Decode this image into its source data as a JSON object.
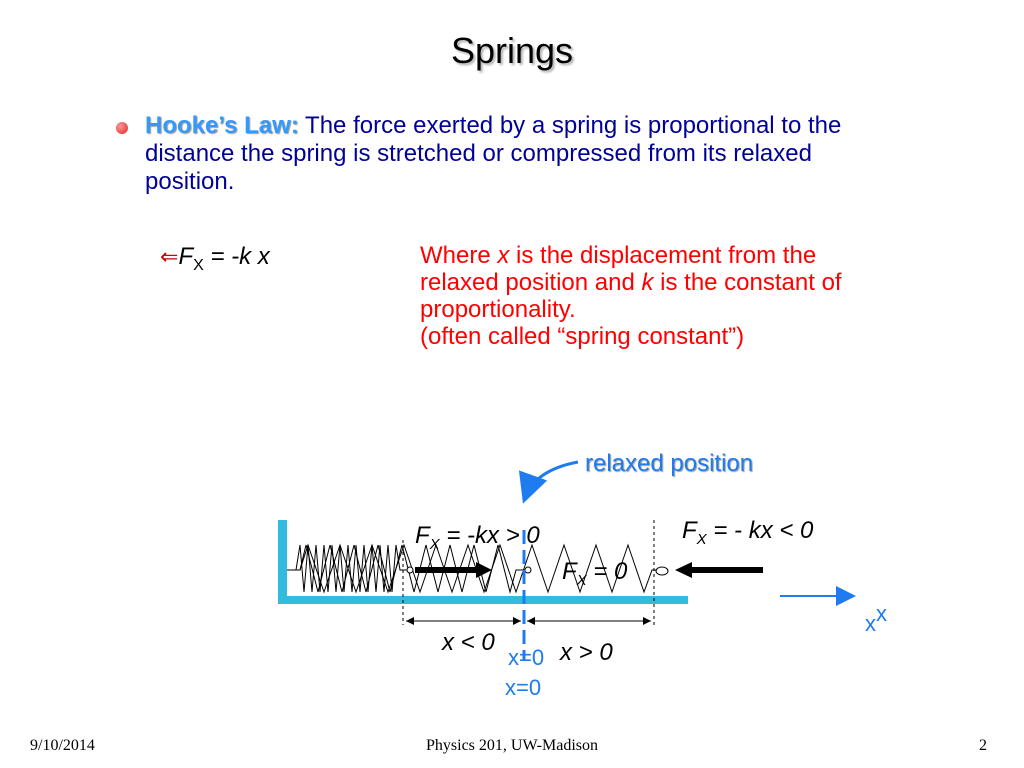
{
  "slide": {
    "title": "Springs",
    "bullet": {
      "term": "Hooke’s Law:",
      "text": " The force exerted by a spring is proportional to the distance the spring is stretched or compressed from its relaxed position."
    },
    "formula": {
      "arrow": "⇐",
      "f": "F",
      "sub": "X",
      "rest": " = -k x"
    },
    "explanation": {
      "p1": "Where ",
      "x": "x",
      "p2": " is the displacement from the relaxed position and ",
      "k": "k",
      "p3": " is the constant of proportionality.",
      "line4": "(often called “spring constant”)"
    }
  },
  "diagram": {
    "relaxed_label": "relaxed position",
    "label_left_force": {
      "f": "F",
      "sub": "X",
      "rest": " = -kx > 0"
    },
    "label_right_force": {
      "f": "F",
      "sub": "X",
      "rest": " = - kx < 0"
    },
    "label_zero_force": {
      "f": "F",
      "sub": "X",
      "rest": " = 0"
    },
    "x_less": "x < 0",
    "x_greater": "x > 0",
    "x_zero_1": "x=0",
    "x_zero_2": "x=0",
    "axis_x_1": "x",
    "axis_x_2": "x",
    "colors": {
      "wall": "#33bbdd",
      "relaxed_line": "#1e7cf0",
      "arrow": "#000000"
    }
  },
  "footer": {
    "date": "9/10/2014",
    "center": "Physics 201, UW-Madison",
    "page": "2"
  }
}
